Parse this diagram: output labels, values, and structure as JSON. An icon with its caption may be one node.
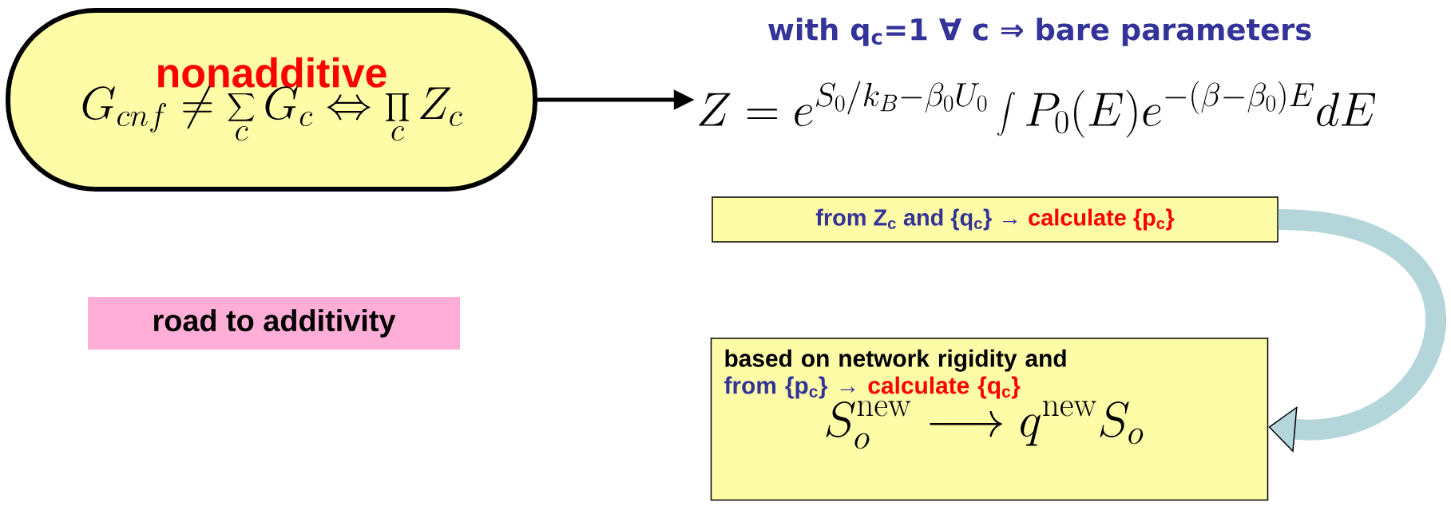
{
  "diagram": {
    "nodes": [
      {
        "text": [
          "nonadditive",
          "G_{cnf} \\neq \\sum_{c} G_{c} \\Leftrightarrow \\prod_{c} Z_{c}"
        ]
      },
      {
        "text": [
          "Z = e^{S_{0}/k_{B}-\\beta_{0}U_{0}} \\int P_{0}(E) e^{-(\\beta-\\beta_{0})E} dE"
        ]
      },
      {
        "text": [
          "from Z$_{c}$ and {q$_{c}$} →",
          "calculate {p$_{c}$}"
        ]
      },
      {
        "text": [
          "based on network rigidity and",
          "from {p$_{c}$} →",
          "calculate {q$_{c}$}",
          "S_{o}^{\\mathrm{new}} \\longrightarrow q^{\\mathrm{new}} S_{o}"
        ]
      },
      {
        "text": [
          "road to additivity"
        ]
      }
    ],
    "edges": [
      {
        "from": 0,
        "to": 1,
        "arrow": "to"
      },
      {
        "from": 2,
        "to": 3,
        "arrow": "to",
        "style": "thick",
        "color": "#b4d6da"
      }
    ],
    "labels": [
      "with q$_{c}$=1 ∀ c ⇒ bare parameters"
    ]
  }
}
